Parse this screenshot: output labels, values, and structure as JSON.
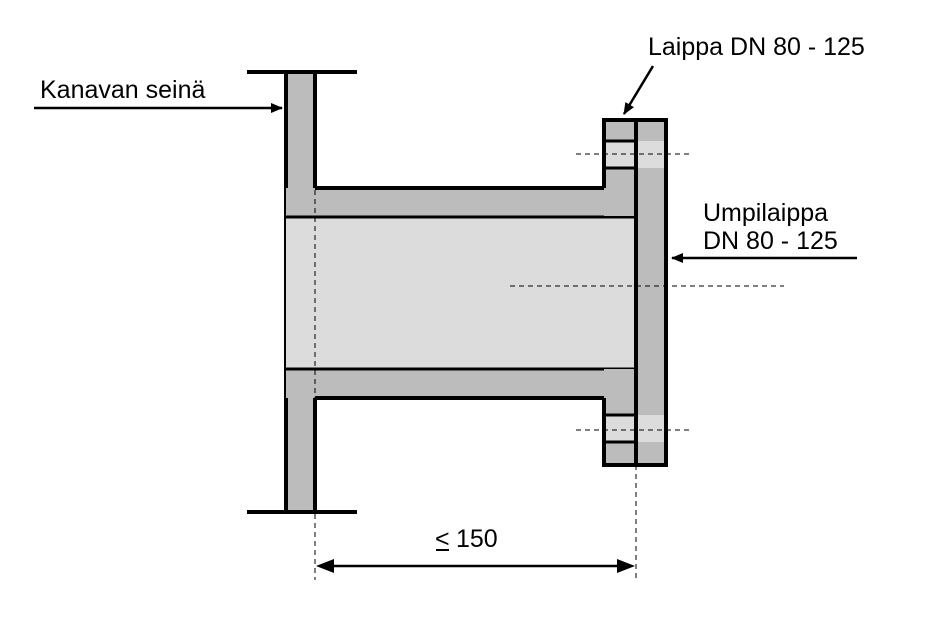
{
  "labels": {
    "wall": "Kanavan seinä",
    "flange": "Laippa DN 80 - 125",
    "blind_flange_line1": "Umpilaippa",
    "blind_flange_line2": "DN 80 - 125",
    "dimension_symbol": "<",
    "dimension_value": "150"
  },
  "colors": {
    "metal": "#bcbcbc",
    "bore": "#dcdcdc",
    "outline": "#000000",
    "background": "#ffffff"
  }
}
